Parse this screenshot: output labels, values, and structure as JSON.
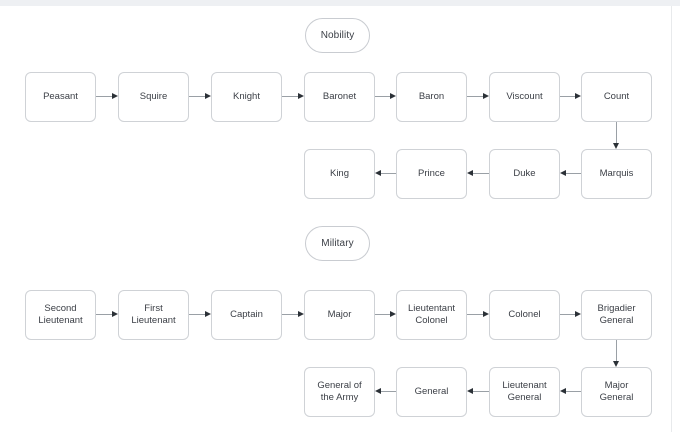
{
  "page": {
    "background_color": "#ffffff",
    "node_border_color": "#cfd2d6",
    "edge_color": "#9aa0a6",
    "arrow_color": "#2b3137",
    "text_color": "#3b3f46"
  },
  "sections": [
    {
      "id": "nobility",
      "label": "Nobility",
      "rows": [
        {
          "direction": "left-to-right",
          "nodes": [
            {
              "label": "Peasant"
            },
            {
              "label": "Squire"
            },
            {
              "label": "Knight"
            },
            {
              "label": "Baronet"
            },
            {
              "label": "Baron"
            },
            {
              "label": "Viscount"
            },
            {
              "label": "Count"
            }
          ]
        },
        {
          "direction": "right-to-left",
          "nodes": [
            {
              "label": "King"
            },
            {
              "label": "Prince"
            },
            {
              "label": "Duke"
            },
            {
              "label": "Marquis"
            }
          ]
        }
      ],
      "wrap_connector": {
        "from": "Count",
        "to": "Marquis",
        "direction": "down"
      }
    },
    {
      "id": "military",
      "label": "Military",
      "rows": [
        {
          "direction": "left-to-right",
          "nodes": [
            {
              "label": "Second\nLieutenant"
            },
            {
              "label": "First\nLieutenant"
            },
            {
              "label": "Captain"
            },
            {
              "label": "Major"
            },
            {
              "label": "Lieutentant\nColonel"
            },
            {
              "label": "Colonel"
            },
            {
              "label": "Brigadier\nGeneral"
            }
          ]
        },
        {
          "direction": "right-to-left",
          "nodes": [
            {
              "label": "General of\nthe Army"
            },
            {
              "label": "General"
            },
            {
              "label": "Lieutenant\nGeneral"
            },
            {
              "label": "Major\nGeneral"
            }
          ]
        }
      ],
      "wrap_connector": {
        "from": "Brigadier General",
        "to": "Major General",
        "direction": "down"
      }
    }
  ]
}
